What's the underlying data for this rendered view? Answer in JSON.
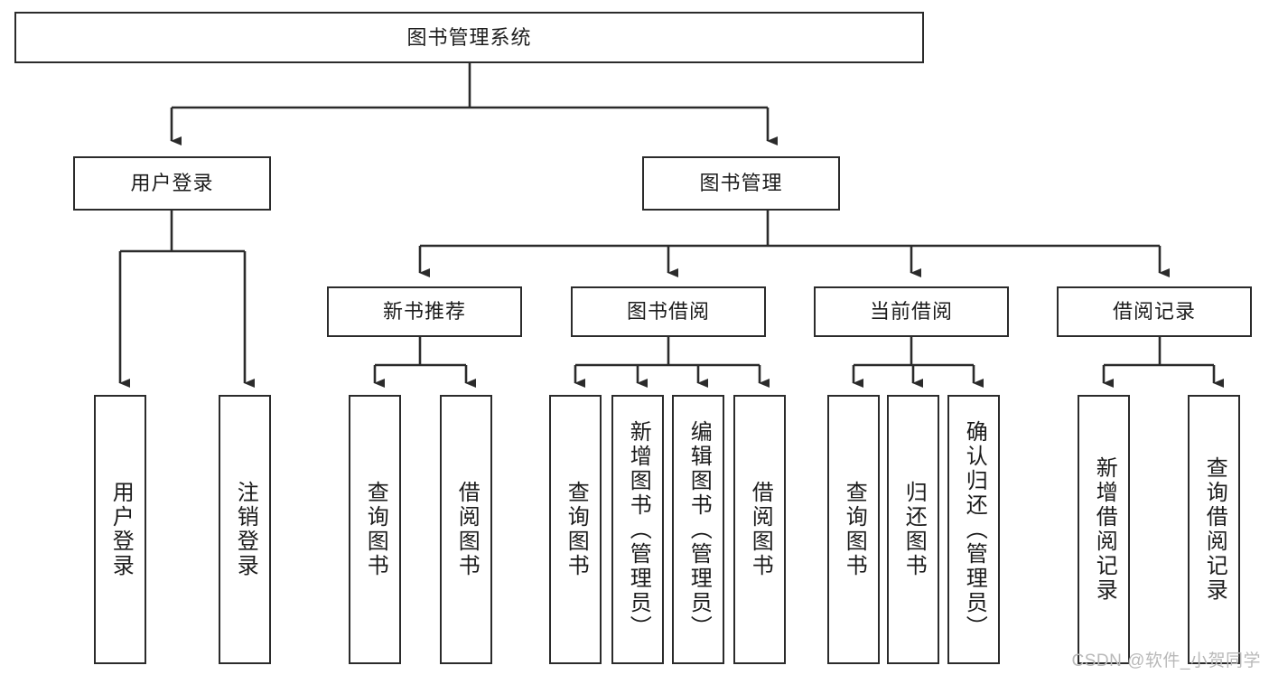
{
  "diagram": {
    "type": "tree-hierarchy-chart",
    "root": {
      "label": "图书管理系统"
    },
    "level1": [
      {
        "label": "用户登录"
      },
      {
        "label": "图书管理"
      }
    ],
    "level2": [
      {
        "label": "新书推荐"
      },
      {
        "label": "图书借阅"
      },
      {
        "label": "当前借阅"
      },
      {
        "label": "借阅记录"
      }
    ],
    "leaves": {
      "user_login": [
        {
          "label": "用户登录"
        },
        {
          "label": "注销登录"
        }
      ],
      "new_book_recommend": [
        {
          "label": "查询图书"
        },
        {
          "label": "借阅图书"
        }
      ],
      "book_borrow": [
        {
          "label": "查询图书"
        },
        {
          "label": "新增图书（管理员）"
        },
        {
          "label": "编辑图书（管理员）"
        },
        {
          "label": "借阅图书"
        }
      ],
      "current_borrow": [
        {
          "label": "查询图书"
        },
        {
          "label": "归还图书"
        },
        {
          "label": "确认归还（管理员）"
        }
      ],
      "borrow_record": [
        {
          "label": "新增借阅记录"
        },
        {
          "label": "查询借阅记录"
        }
      ]
    }
  },
  "watermark": {
    "text": "CSDN @软件_小贺同学"
  },
  "colors": {
    "stroke": "#2b2b2b",
    "background": "#ffffff",
    "text": "#1c1c1c",
    "watermark": "#b9b9b9"
  }
}
